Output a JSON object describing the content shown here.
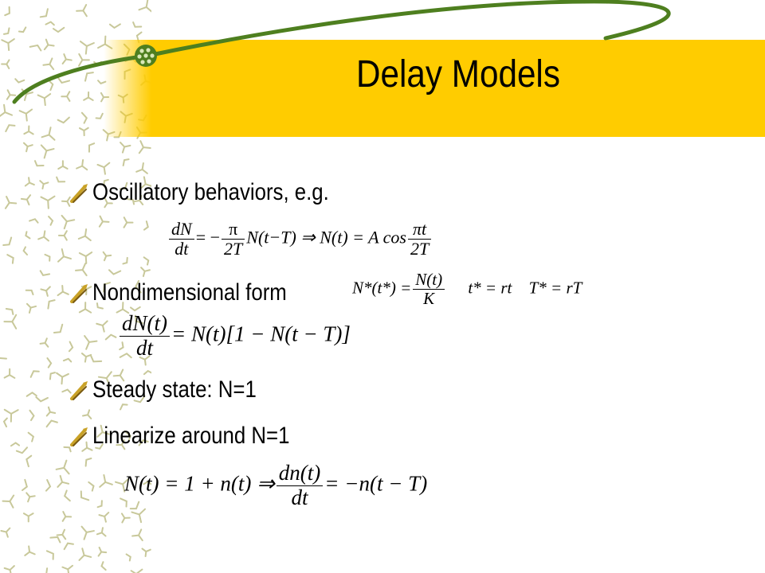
{
  "title": "Delay Models",
  "colors": {
    "title_band": "#FFCC00",
    "swoosh": "#4E7F1F",
    "bullet_icon": "#C9A227",
    "pattern": "#C8C89A"
  },
  "bullets": [
    {
      "label": "Oscillatory behaviors, e.g.",
      "icon": "bullet-icon"
    },
    {
      "label": "Nondimensional form",
      "icon": "bullet-icon"
    },
    {
      "label": "Steady state:  N=1",
      "icon": "bullet-icon"
    },
    {
      "label": "Linearize around N=1",
      "icon": "bullet-icon"
    }
  ],
  "equations": {
    "oscillatory": {
      "lhs_num": "dN",
      "lhs_den": "dt",
      "equals_minus": "= −",
      "pi_num": "π",
      "pi_den": "2T",
      "middle": "N(t−T) ⇒ N(t) = A cos",
      "cos_num": "πt",
      "cos_den": "2T"
    },
    "nondim": {
      "lhs": "N*(t*) =",
      "num": "N(t)",
      "den": "K",
      "t_star": "t* = rt",
      "T_star": "T* = rT"
    },
    "logistic": {
      "num": "dN(t)",
      "den": "dt",
      "rhs": "= N(t)[1 − N(t − T)]"
    },
    "linearized": {
      "lhs": "N(t) = 1 + n(t) ⇒",
      "num": "dn(t)",
      "den": "dt",
      "rhs": "= −n(t − T)"
    }
  }
}
